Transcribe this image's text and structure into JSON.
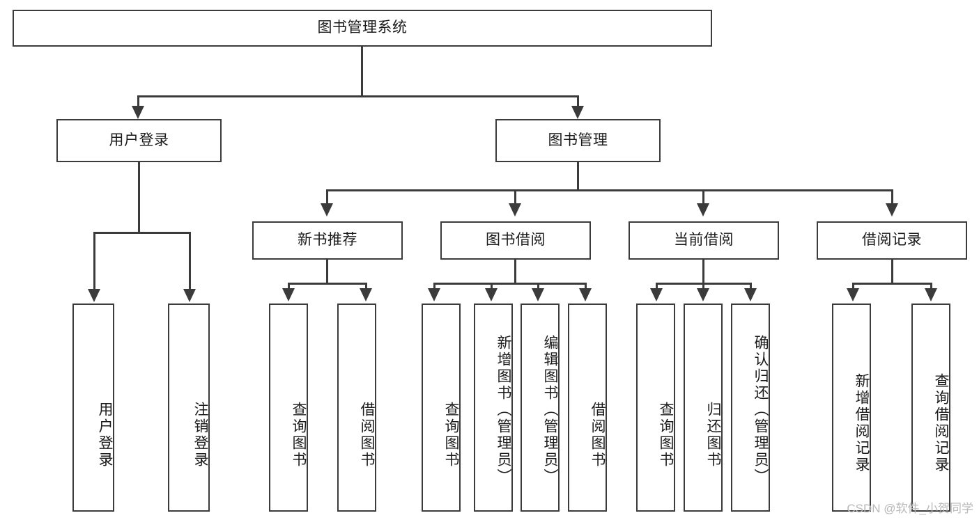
{
  "diagram": {
    "type": "tree-hierarchy",
    "title": "图书管理系统",
    "watermark": "CSDN @软件_小贺同学",
    "colors": {
      "line": "#3b3b3b",
      "box_border": "#3b3b3b",
      "box_fill": "#ffffff",
      "text": "#1a1a1a",
      "watermark": "#b9b9b9"
    },
    "root": {
      "label": "图书管理系统"
    },
    "level2": [
      {
        "label": "用户登录"
      },
      {
        "label": "图书管理"
      }
    ],
    "level3": [
      {
        "label": "新书推荐"
      },
      {
        "label": "图书借阅"
      },
      {
        "label": "当前借阅"
      },
      {
        "label": "借阅记录"
      }
    ],
    "leaves": {
      "user_login": [
        {
          "label": "用户登录"
        },
        {
          "label": "注销登录"
        }
      ],
      "new_book_recommend": [
        {
          "label": "查询图书"
        },
        {
          "label": "借阅图书"
        }
      ],
      "book_borrow": [
        {
          "label": "查询图书"
        },
        {
          "label": "新增图书（管理员）"
        },
        {
          "label": "编辑图书（管理员）"
        },
        {
          "label": "借阅图书"
        }
      ],
      "current_borrow": [
        {
          "label": "查询图书"
        },
        {
          "label": "归还图书"
        },
        {
          "label": "确认归还（管理员）"
        }
      ],
      "borrow_record": [
        {
          "label": "新增借阅记录"
        },
        {
          "label": "查询借阅记录"
        }
      ]
    }
  }
}
